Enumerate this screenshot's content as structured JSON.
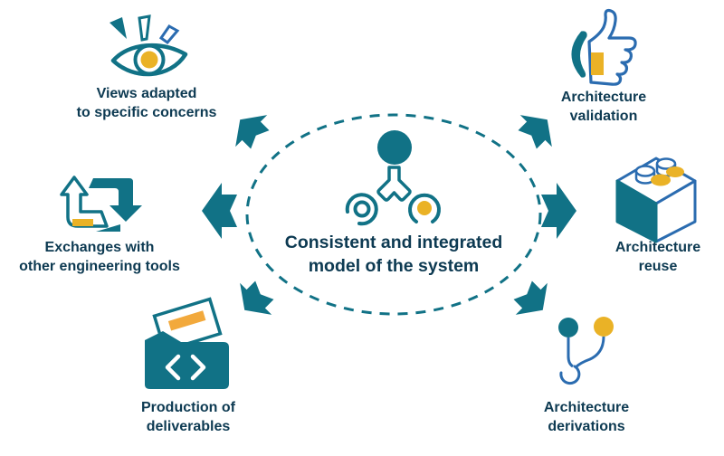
{
  "colors": {
    "teal": "#117286",
    "blue": "#2b6cb0",
    "yellow": "#eab226",
    "orange_bar": "#f2a93c",
    "navy": "#0d3a52"
  },
  "center": {
    "icon": "system-model-icon",
    "line1": "Consistent and integrated",
    "line2": "model of the system"
  },
  "nodes": [
    {
      "id": "views",
      "icon": "eye-icon",
      "line1": "Views adapted",
      "line2": "to specific concerns"
    },
    {
      "id": "validation",
      "icon": "thumbs-up-icon",
      "line1": "Architecture",
      "line2": "validation"
    },
    {
      "id": "exchanges",
      "icon": "exchange-arrows-icon",
      "line1": "Exchanges with",
      "line2": "other engineering tools"
    },
    {
      "id": "reuse",
      "icon": "brick-cube-icon",
      "line1": "Architecture",
      "line2": "reuse"
    },
    {
      "id": "deliverables",
      "icon": "folder-deliverables-icon",
      "line1": "Production of",
      "line2": "deliverables"
    },
    {
      "id": "derivations",
      "icon": "branch-icon",
      "line1": "Architecture",
      "line2": "derivations"
    }
  ]
}
